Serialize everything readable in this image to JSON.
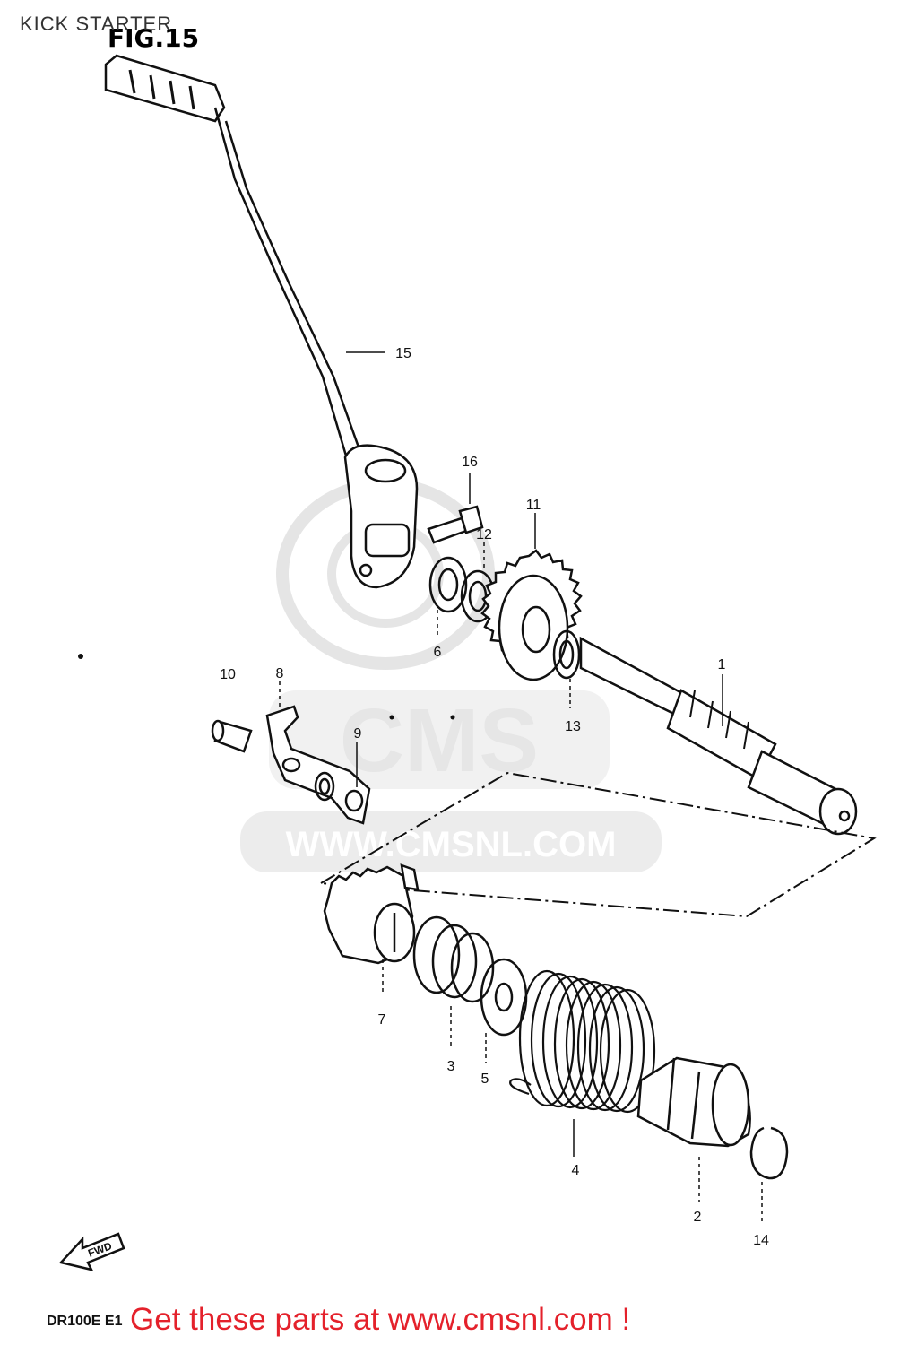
{
  "header": {
    "title": "KICK STARTER"
  },
  "figure": {
    "label": "FIG.15",
    "model": "DR100E E1"
  },
  "watermark": {
    "text": "CMS",
    "url": "WWW.CMSNL.COM"
  },
  "arrow": {
    "label": "FWD"
  },
  "callouts": [
    "1",
    "2",
    "3",
    "4",
    "5",
    "6",
    "7",
    "8",
    "9",
    "10",
    "11",
    "12",
    "13",
    "14",
    "15",
    "16"
  ],
  "footer": {
    "cta": "Get these parts at www.cmsnl.com !"
  },
  "colors": {
    "cta": "#e4212b",
    "line": "#111111",
    "watermark": "#d8d8d8"
  }
}
